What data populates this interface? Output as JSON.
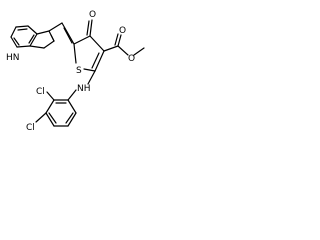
{
  "diagram": {
    "type": "chemical-structure",
    "colors": {
      "bond": "#000000",
      "label": "#000000",
      "background": "#ffffff"
    },
    "atom_labels": {
      "indole_nh": "HN",
      "ketone_o": "O",
      "ester_carbonyl_o": "O",
      "ester_ether_o": "O",
      "ring_s": "S",
      "amine_nh": "NH",
      "cl_top": "Cl",
      "cl_bottom": "Cl"
    }
  }
}
